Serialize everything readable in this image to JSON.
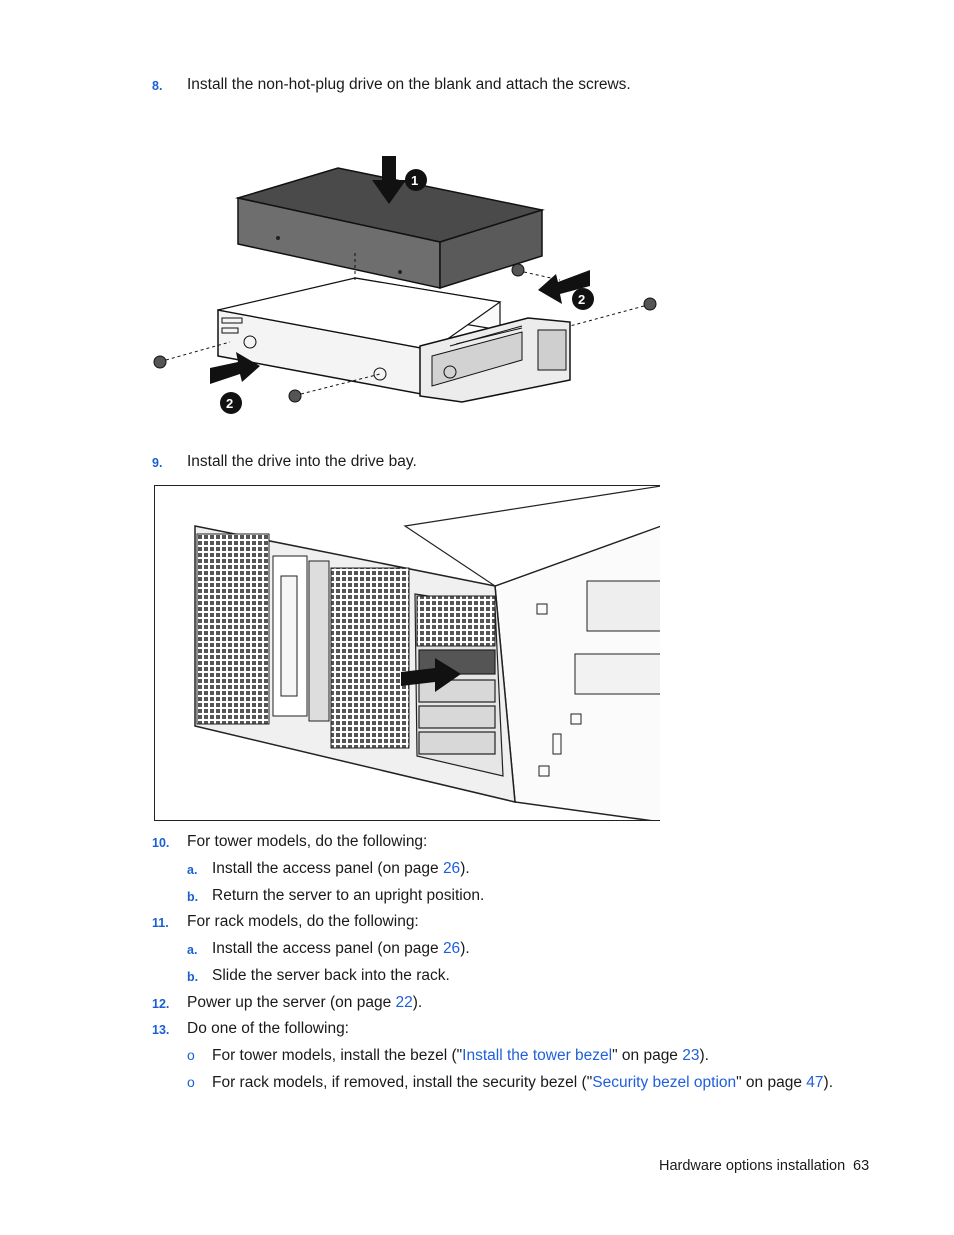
{
  "steps": {
    "s8": {
      "num": "8.",
      "text": "Install the non-hot-plug drive on the blank and attach the screws."
    },
    "s9": {
      "num": "9.",
      "text": "Install the drive into the drive bay."
    },
    "s10": {
      "num": "10.",
      "text": "For tower models, do the following:",
      "a": {
        "label": "a.",
        "pre": "Install the access panel (on page ",
        "link": "26",
        "post": ")."
      },
      "b": {
        "label": "b.",
        "text": "Return the server to an upright position."
      }
    },
    "s11": {
      "num": "11.",
      "text": "For rack models, do the following:",
      "a": {
        "label": "a.",
        "pre": "Install the access panel (on page ",
        "link": "26",
        "post": ")."
      },
      "b": {
        "label": "b.",
        "text": "Slide the server back into the rack."
      }
    },
    "s12": {
      "num": "12.",
      "pre": "Power up the server (on page ",
      "link": "22",
      "post": ")."
    },
    "s13": {
      "num": "13.",
      "text": "Do one of the following:",
      "o1": {
        "bullet": "o",
        "pre": "For tower models, install the bezel (\"",
        "link_text": "Install the tower bezel",
        "mid": "\" on page ",
        "page": "23",
        "post": ")."
      },
      "o2": {
        "bullet": "o",
        "pre": "For rack models, if removed, install the security bezel (\"",
        "link_text": "Security bezel option",
        "mid": "\" on page ",
        "page": "47",
        "post": ")."
      }
    }
  },
  "figure1": {
    "callouts": [
      "1",
      "2",
      "2"
    ]
  },
  "footer": {
    "section": "Hardware options installation",
    "page": "63"
  }
}
